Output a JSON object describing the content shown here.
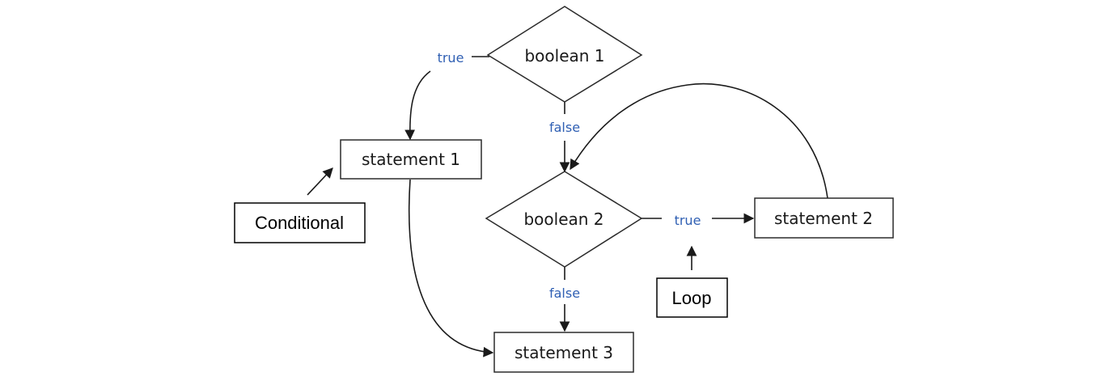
{
  "nodes": {
    "boolean1": "boolean 1",
    "boolean2": "boolean 2",
    "statement1": "statement 1",
    "statement2": "statement 2",
    "statement3": "statement 3"
  },
  "edge_labels": {
    "b1_true": "true",
    "b1_false": "false",
    "b2_true": "true",
    "b2_false": "false"
  },
  "annotations": {
    "conditional": "Conditional",
    "loop": "Loop"
  },
  "colors": {
    "edge_label": "#2f5fb3",
    "stroke": "#2b2b2b"
  }
}
